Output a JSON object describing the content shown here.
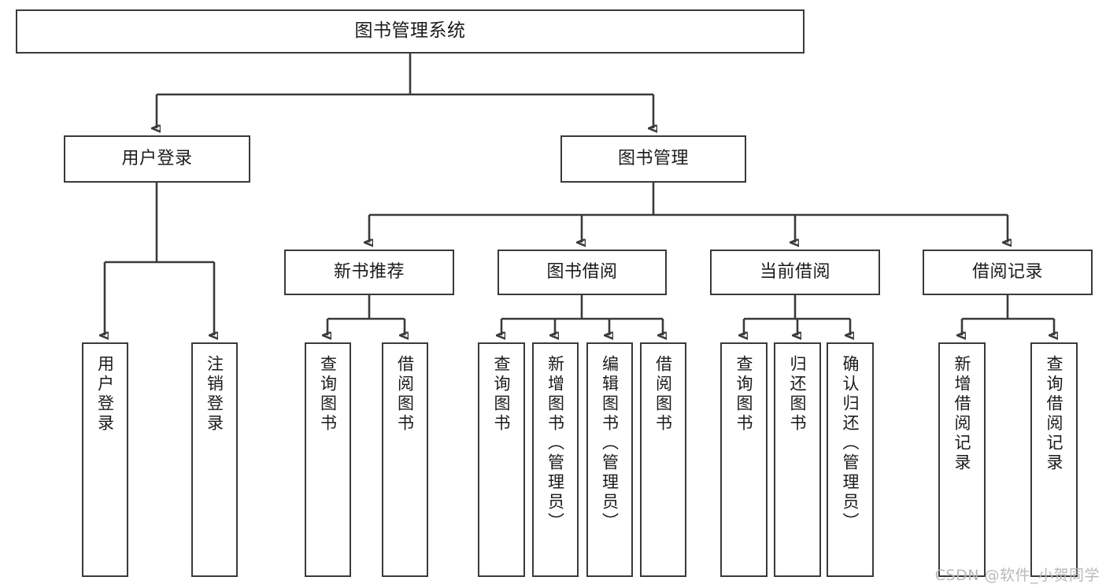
{
  "diagram": {
    "title": "图书管理系统",
    "watermark": "CSDN @软件_小贺同学",
    "colors": {
      "stroke": "#3a3a3a",
      "fill": "#ffffff",
      "text": "#1b1b1b",
      "watermark": "#b9b9b9"
    },
    "levels": {
      "root": {
        "label": "图书管理系统"
      },
      "level2": [
        {
          "label": "用户登录"
        },
        {
          "label": "图书管理"
        }
      ],
      "level3": [
        {
          "label": "新书推荐"
        },
        {
          "label": "图书借阅"
        },
        {
          "label": "当前借阅"
        },
        {
          "label": "借阅记录"
        }
      ],
      "leaves": {
        "user_login": [
          {
            "label": "用户登录"
          },
          {
            "label": "注销登录"
          }
        ],
        "new_book_recommend": [
          {
            "label": "查询图书"
          },
          {
            "label": "借阅图书"
          }
        ],
        "book_borrow": [
          {
            "label": "查询图书"
          },
          {
            "label": "新增图书（管理员）"
          },
          {
            "label": "编辑图书（管理员）"
          },
          {
            "label": "借阅图书"
          }
        ],
        "current_borrow": [
          {
            "label": "查询图书"
          },
          {
            "label": "归还图书"
          },
          {
            "label": "确认归还（管理员）"
          }
        ],
        "borrow_record": [
          {
            "label": "新增借阅记录"
          },
          {
            "label": "查询借阅记录"
          }
        ]
      }
    }
  }
}
